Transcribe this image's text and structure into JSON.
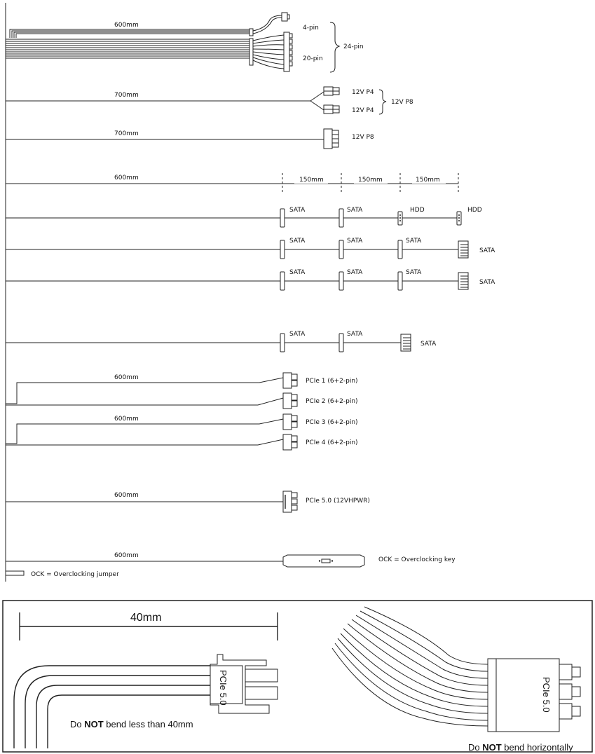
{
  "cables": {
    "atx": {
      "length": "600mm",
      "pin4": "4-pin",
      "pin20": "20-pin",
      "pin24": "24-pin"
    },
    "cpu1": {
      "length": "700mm",
      "p4a": "12V P4",
      "p4b": "12V P4",
      "p8": "12V P8"
    },
    "cpu2": {
      "length": "700mm",
      "p8": "12V P8"
    },
    "sata_dims": {
      "length": "600mm",
      "seg1": "150mm",
      "seg2": "150mm",
      "seg3": "150mm"
    },
    "sata1": [
      "SATA",
      "SATA",
      "HDD",
      "HDD"
    ],
    "sata2": [
      "SATA",
      "SATA",
      "SATA",
      "SATA"
    ],
    "sata3": [
      "SATA",
      "SATA",
      "SATA",
      "SATA"
    ],
    "sata4": [
      "SATA",
      "SATA",
      "SATA"
    ],
    "pcie_a": {
      "length": "600mm",
      "c1": "PCIe 1 (6+2-pin)",
      "c2": "PCIe 2 (6+2-pin)"
    },
    "pcie_b": {
      "length": "600mm",
      "c3": "PCIe 3 (6+2-pin)",
      "c4": "PCIe 4 (6+2-pin)"
    },
    "pcie5": {
      "length": "600mm",
      "label": "PCIe 5.0 (12VHPWR)"
    },
    "ock": {
      "length": "600mm",
      "key": "OCK = Overclocking key",
      "jumper": "OCK = Overclocking jumper"
    }
  },
  "bend_panel": {
    "dimension": "40mm",
    "connector_label": "PCIe 5.0",
    "left_caption": {
      "pre": "Do ",
      "strong": "NOT",
      "post": " bend less than 40mm"
    },
    "right_caption": {
      "pre": "Do ",
      "strong": "NOT",
      "post": " bend horizontally"
    }
  }
}
